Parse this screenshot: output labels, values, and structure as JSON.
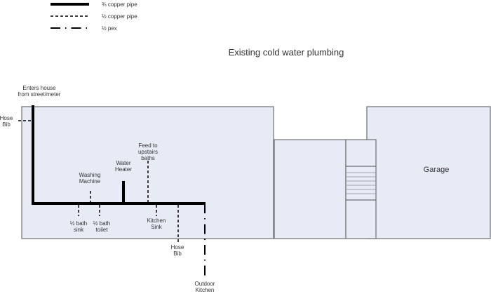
{
  "legend": [
    {
      "label": "¾ copper pipe",
      "style": "solid-thick"
    },
    {
      "label": "½ copper pipe",
      "style": "dashed"
    },
    {
      "label": "½ pex",
      "style": "dash-dot"
    }
  ],
  "title": "Existing cold water plumbing",
  "rooms": {
    "garage": "Garage"
  },
  "labels": {
    "enters_1": "Enters house",
    "enters_2": "from street/meter",
    "hose_bib_left_1": "Hose",
    "hose_bib_left_2": "Bib",
    "washing_1": "Washing",
    "washing_2": "Machine",
    "heater_1": "Water",
    "heater_2": "Heater",
    "feed_1": "Feed to",
    "feed_2": "upstairs",
    "feed_3": "baths",
    "bath_sink_1": "½ bath",
    "bath_sink_2": "sink",
    "bath_toilet_1": "½ bath",
    "bath_toilet_2": "toilet",
    "kitchen_1": "Kitchen",
    "kitchen_2": "Sink",
    "hose_bib_1": "Hose",
    "hose_bib_2": "Bib",
    "outdoor_1": "Outdoor",
    "outdoor_2": "Kitchen"
  },
  "colors": {
    "room_fill": "#e6ebf5",
    "wall": "#6b6e73",
    "pipe": "#000000"
  }
}
